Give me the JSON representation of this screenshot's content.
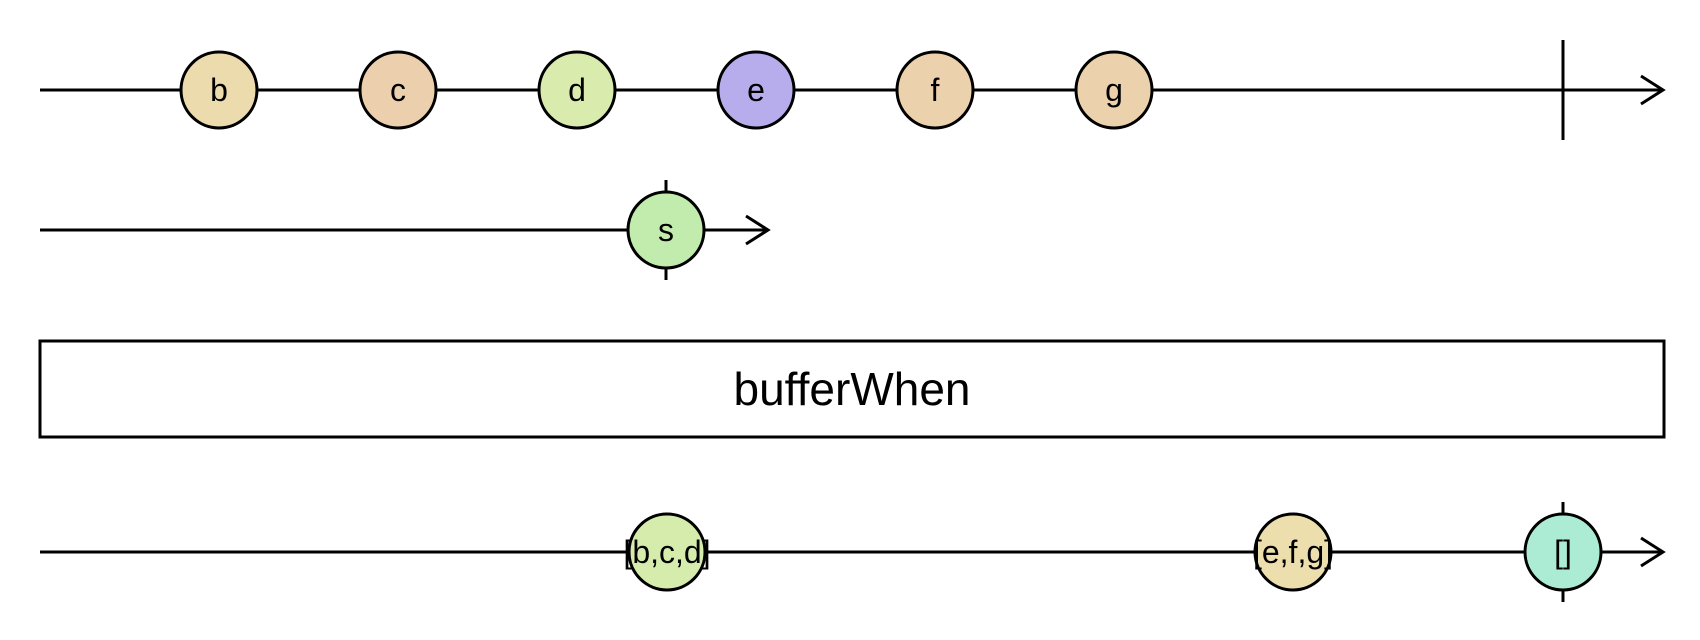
{
  "operator": "bufferWhen",
  "source": {
    "marbles": [
      {
        "label": "b",
        "color": "#ecdbad"
      },
      {
        "label": "c",
        "color": "#ecd0ad"
      },
      {
        "label": "d",
        "color": "#d9ecad"
      },
      {
        "label": "e",
        "color": "#b7adec"
      },
      {
        "label": "f",
        "color": "#ecd1ad"
      },
      {
        "label": "g",
        "color": "#ecd1ad"
      }
    ],
    "completes": true
  },
  "closing_notifier": {
    "marbles": [
      {
        "label": "s",
        "color": "#c1ecad"
      }
    ],
    "completes_with_value": true
  },
  "output": {
    "marbles": [
      {
        "label": "[b,c,d]",
        "color": "#d5ecad"
      },
      {
        "label": "[e,f,g]",
        "color": "#ecdead"
      },
      {
        "label": "[]",
        "color": "#adecd4"
      }
    ],
    "completes": true
  }
}
